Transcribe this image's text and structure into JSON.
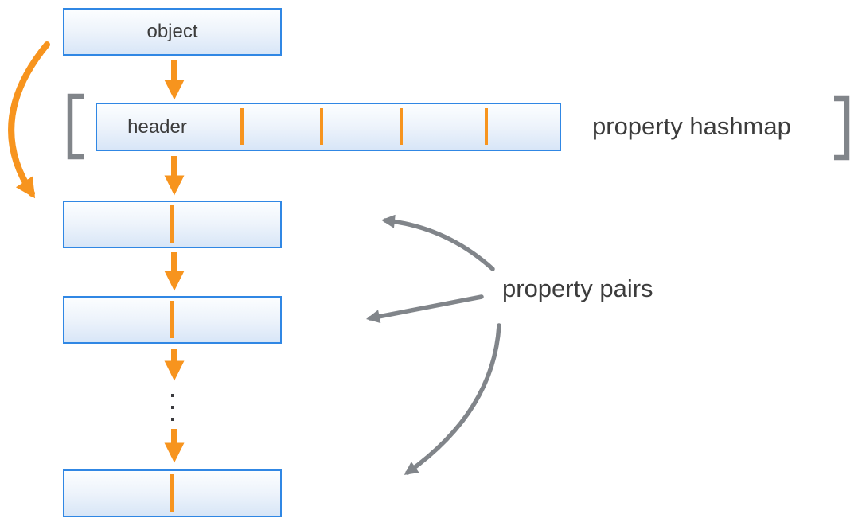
{
  "labels": {
    "object": "object",
    "header": "header",
    "property_hashmap": "property hashmap",
    "property_pairs": "property pairs"
  },
  "colors": {
    "orange": "#F7941E",
    "gray": "#81858A",
    "box_border_blue": "#3087E4",
    "box_fill_top": "#FCFEFF",
    "box_fill_bottom": "#D8E6F7",
    "text_dark": "#3C3C3C",
    "background": "#FFFFFF"
  },
  "structure": {
    "header_divider_count": 4,
    "visible_property_pair_rows": 3,
    "ellipsis_dot_count": 3,
    "icons": [
      "down-arrow-icon",
      "curved-arrow-icon",
      "left-bracket-icon",
      "right-bracket-icon"
    ]
  }
}
